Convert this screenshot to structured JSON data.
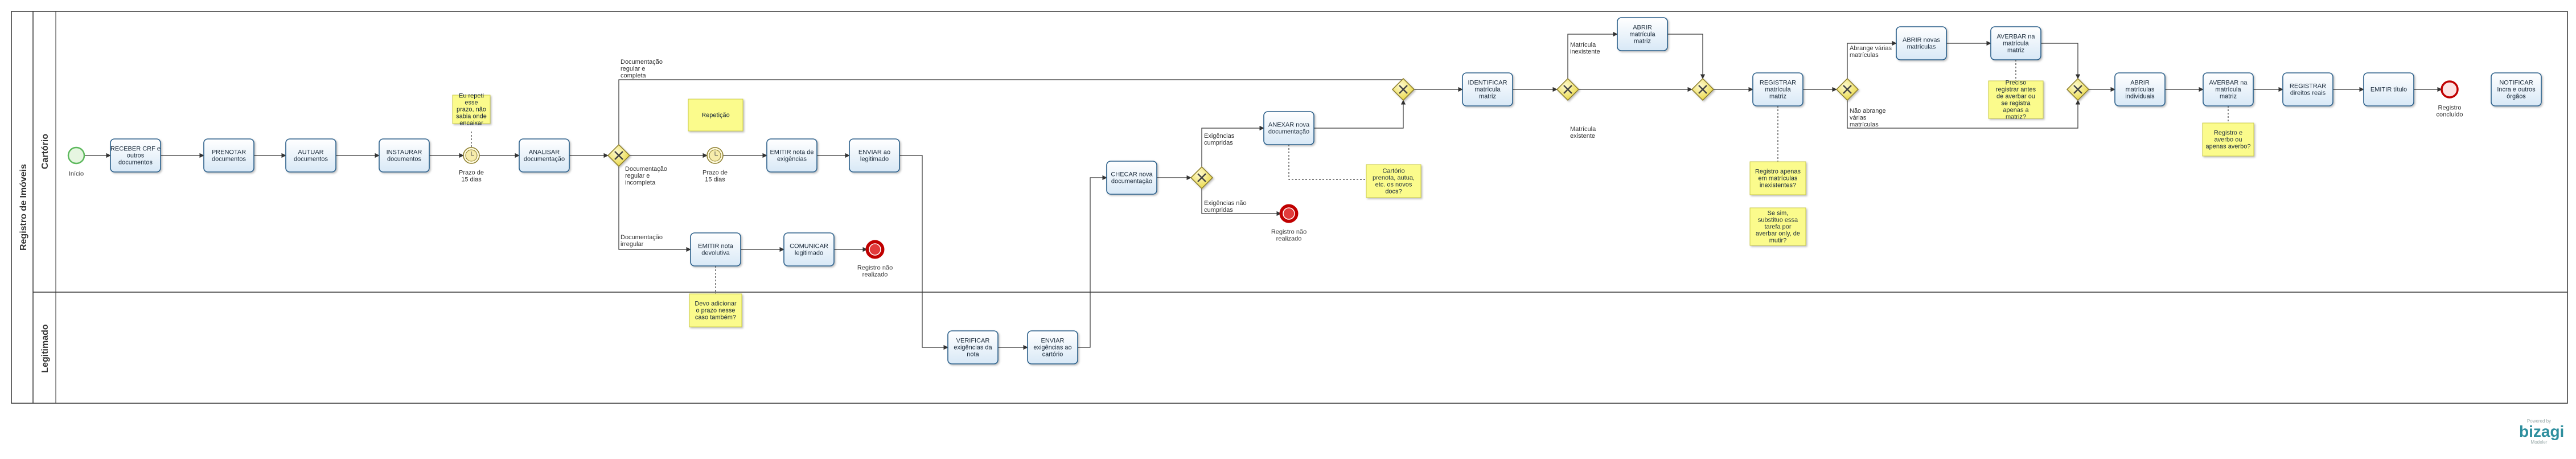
{
  "pool": {
    "label": "Registro de Imóveis"
  },
  "lanes": [
    {
      "id": "cartorio",
      "label": "Cartório"
    },
    {
      "id": "legitimado",
      "label": "Legitimado"
    }
  ],
  "start": {
    "id": "inicio",
    "label": "Início"
  },
  "tasks": [
    {
      "id": "receber",
      "label": "RECEBER CRF e outros documentos"
    },
    {
      "id": "prenotar",
      "label": "PRENOTAR documentos"
    },
    {
      "id": "autuar",
      "label": "AUTUAR documentos"
    },
    {
      "id": "instaurar",
      "label": "INSTAURAR documentos"
    },
    {
      "id": "analisar",
      "label": "ANALISAR documentação"
    },
    {
      "id": "emitir_exig",
      "label": "EMITIR nota de exigências"
    },
    {
      "id": "enviar_leg",
      "label": "ENVIAR ao legitimado"
    },
    {
      "id": "emitir_dev",
      "label": "EMITIR nota devolutiva"
    },
    {
      "id": "comunicar",
      "label": "COMUNICAR legitimado"
    },
    {
      "id": "verificar",
      "label": "VERIFICAR exigências da nota"
    },
    {
      "id": "enviar_cart",
      "label": "ENVIAR exigências ao cartório"
    },
    {
      "id": "checar",
      "label": "CHECAR nova documentação"
    },
    {
      "id": "anexar",
      "label": "ANEXAR nova documentação"
    },
    {
      "id": "identificar",
      "label": "IDENTIFICAR matrícula matriz"
    },
    {
      "id": "abrir_matriz",
      "label": "ABRIR matrícula matriz"
    },
    {
      "id": "registrar_matriz",
      "label": "REGISTRAR matrícula matriz"
    },
    {
      "id": "abrir_novas",
      "label": "ABRIR novas matrículas"
    },
    {
      "id": "averbar_matriz",
      "label": "AVERBAR na matrícula matriz"
    },
    {
      "id": "abrir_individ",
      "label": "ABRIR matrículas individuais"
    },
    {
      "id": "averbar_matricula",
      "label": "AVERBAR na matrícula matriz"
    },
    {
      "id": "registrar_direitos",
      "label": "REGISTRAR direitos reais"
    },
    {
      "id": "emitir_titulo",
      "label": "EMITIR título"
    },
    {
      "id": "notificar",
      "label": "NOTIFICAR Incra e outros órgãos"
    }
  ],
  "timers": [
    {
      "id": "timer1",
      "label": "Prazo de 15 dias"
    },
    {
      "id": "timer2",
      "label": "Prazo de 15 dias"
    }
  ],
  "ends": [
    {
      "id": "end_dev",
      "label": "Registro não realizado"
    },
    {
      "id": "end_exig",
      "label": "Registro não realizado"
    },
    {
      "id": "end_final",
      "label": "Registro concluído"
    }
  ],
  "flow_labels": [
    {
      "id": "doc_regular",
      "label": "Documentação regular e completa"
    },
    {
      "id": "doc_incompleta",
      "label": "Documentação regular e incompleta"
    },
    {
      "id": "doc_irregular",
      "label": "Documentação irregular"
    },
    {
      "id": "exig_cumpridas",
      "label": "Exigências cumpridas"
    },
    {
      "id": "exig_nao",
      "label": "Exigências não cumpridas"
    },
    {
      "id": "mat_inexistente",
      "label": "Matrícula inexistente"
    },
    {
      "id": "mat_existente",
      "label": "Matrícula existente"
    },
    {
      "id": "abrange",
      "label": "Abrange várias matrículas"
    },
    {
      "id": "nao_abrange",
      "label": "Não abrange várias matrículas"
    }
  ],
  "notes": [
    {
      "id": "note_prazo",
      "label": "Eu repeti esse prazo, não sabia onde encaixar"
    },
    {
      "id": "note_repet",
      "label": "Repetição"
    },
    {
      "id": "note_adicionar",
      "label": "Devo adicionar o prazo nesse caso também?"
    },
    {
      "id": "note_cartorio",
      "label": "Cartório prenota, autua, etc. os novos docs?"
    },
    {
      "id": "note_registro",
      "label": "Registro apenas em matrículas inexistentes?"
    },
    {
      "id": "note_subst",
      "label": "Se sim, substituo essa tarefa por averbar only, de mutir?"
    },
    {
      "id": "note_preciso",
      "label": "Preciso registrar antes de averbar ou se registra apenas a matriz?"
    },
    {
      "id": "note_averbo",
      "label": "Registro e averbo ou apenas averbo?"
    }
  ],
  "branding": {
    "powered": "Powered by",
    "name": "bizagi",
    "product": "Modeler"
  },
  "colors": {
    "task_fill": "#eaf3fb",
    "task_stroke": "#2b5f8a",
    "note_fill": "#fbfb8c",
    "start": "#5cb85c",
    "end": "#c00000",
    "gateway": "#f3e970"
  }
}
